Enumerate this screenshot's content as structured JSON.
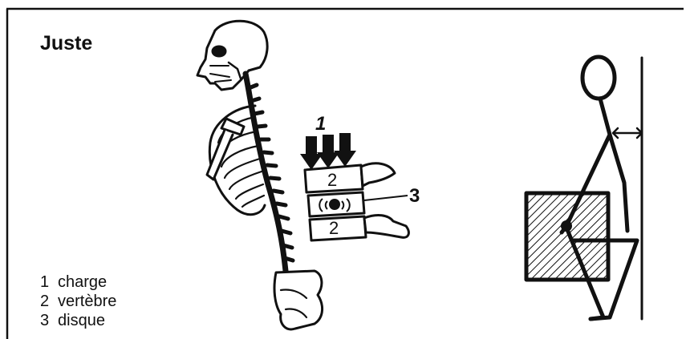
{
  "title": "Juste",
  "callouts": {
    "charge_num": "1",
    "disc_num": "3",
    "upper_vertebra": "2",
    "lower_vertebra": "2"
  },
  "legend": [
    {
      "num": "1",
      "label": "charge"
    },
    {
      "num": "2",
      "label": "vertèbre"
    },
    {
      "num": "3",
      "label": "disque"
    }
  ]
}
